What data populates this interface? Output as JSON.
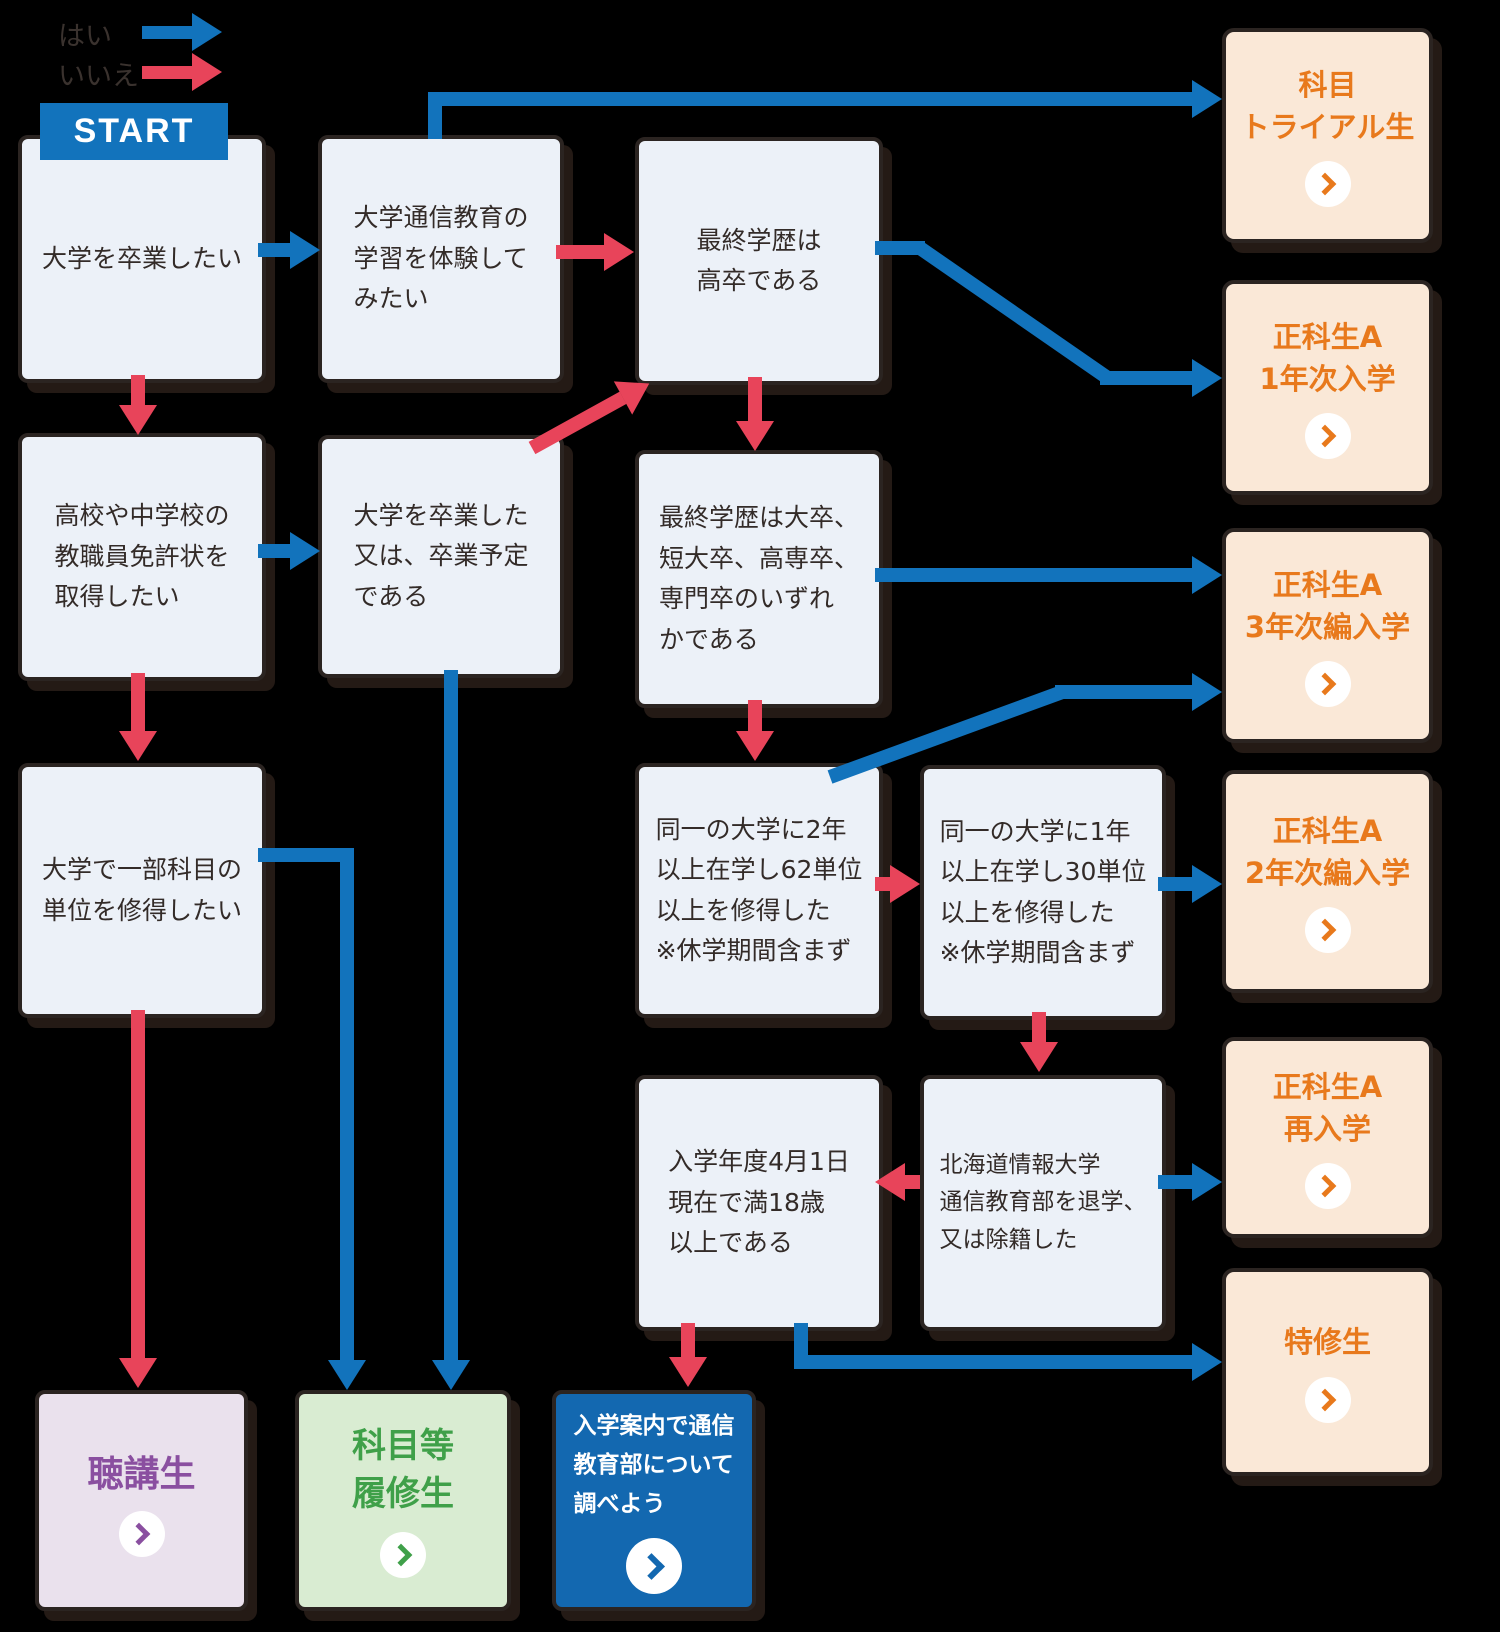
{
  "legend": {
    "yes": "はい",
    "no": "いいえ"
  },
  "start": "START",
  "colors": {
    "yes_arrow": "#1273BC",
    "no_arrow": "#E8445A",
    "decision_fill": "#ECF1F8",
    "decision_text": "#332B28",
    "outline": "#2B2421",
    "result_fill": "#FAE8D7",
    "result_text": "#E8791C",
    "audit_fill": "#EAE1ED",
    "audit_text": "#8A4FA0",
    "credit_fill": "#D9ECD2",
    "credit_text": "#3FA049",
    "info_fill": "#1368B0",
    "info_text": "#FFFFFF",
    "start_fill": "#1273BC",
    "background": "#000000"
  },
  "decisions": {
    "want_graduate": "大学を卒業したい",
    "try_correspondence": "大学通信教育の\n学習を体験して\nみたい",
    "final_edu_highschool": "最終学歴は\n高卒である",
    "teacher_license": "高校や中学校の\n教職員免許状を\n取得したい",
    "graduated_university": "大学を卒業した\n又は、卒業予定\nである",
    "final_edu_college": "最終学歴は大卒、\n短大卒、高専卒、\n専門卒のいずれ\nかである",
    "partial_credits": "大学で一部科目の\n単位を修得したい",
    "two_years_62units": "同一の大学に2年\n以上在学し62単位\n以上を修得した\n※休学期間含まず",
    "one_year_30units": "同一の大学に1年\n以上在学し30単位\n以上を修得した\n※休学期間含まず",
    "age_18": "入学年度4月1日\n現在で満18歳\n以上である",
    "withdrew_hiu": "北海道情報大学\n通信教育部を退学、\n又は除籍した"
  },
  "results": {
    "trial": "科目\nトライアル生",
    "first_year": "正科生A\n1年次入学",
    "third_year": "正科生A\n3年次編入学",
    "second_year": "正科生A\n2年次編入学",
    "readmission": "正科生A\n再入学",
    "special": "特修生",
    "audit": "聴講生",
    "credit": "科目等\n履修生",
    "info": "入学案内で通信\n教育部について\n調べよう"
  }
}
